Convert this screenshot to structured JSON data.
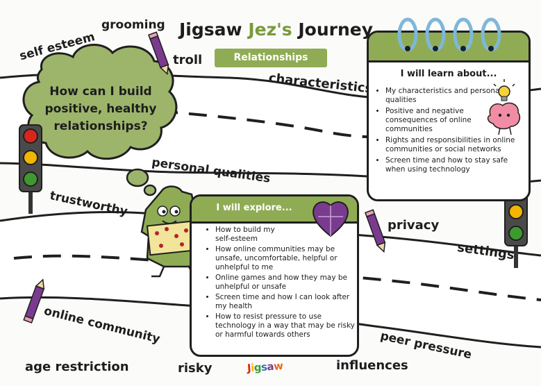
{
  "header": {
    "title_part1": "Jigsaw ",
    "title_part2": "Jez's",
    "title_part3": " Journey",
    "theme_label": "Relationships"
  },
  "question": "How can I build positive, healthy relationships?",
  "words": {
    "self_esteem": "self esteem",
    "grooming": "grooming",
    "troll": "troll",
    "characteristics": "characteristics",
    "personal_qualities": "personal qualities",
    "trustworthy": "trustworthy",
    "privacy": "privacy",
    "settings": "settings",
    "online_community": "online community",
    "peer_pressure": "peer pressure",
    "age_restriction": "age restriction",
    "risky": "risky",
    "influences": "influences"
  },
  "learn_card": {
    "title": "I will learn about...",
    "items": [
      "My characteristics and personal qualities",
      "Positive and negative consequences of online communities",
      "Rights and responsibilities in online communities or social networks",
      "Screen time and how to stay safe when using technology"
    ]
  },
  "explore_card": {
    "title": "I will explore...",
    "items": [
      "How to build my self-esteem",
      "How online communities may be unsafe, uncomfortable, helpful or unhelpful to me",
      "Online games and how they may be unhelpful or unsafe",
      "Screen time and how I can look after my health",
      "How to resist pressure to use technology in a way that may be risky or harmful towards others"
    ]
  },
  "logo_text": "Jigsaw",
  "colors": {
    "accent_green": "#8fac55",
    "cloud_green": "#9db56b",
    "road_dark": "#1f1f1f",
    "pencil_purple": "#7a3b8f",
    "light_red": "#d7261e",
    "light_amber": "#f2b500",
    "light_green": "#3e9a2f"
  },
  "icons": [
    "traffic-light-icon",
    "pencil-icon",
    "lightbulb-icon",
    "brain-icon",
    "heart-puzzle-icon",
    "jez-character-icon",
    "ring-binder-icon"
  ]
}
